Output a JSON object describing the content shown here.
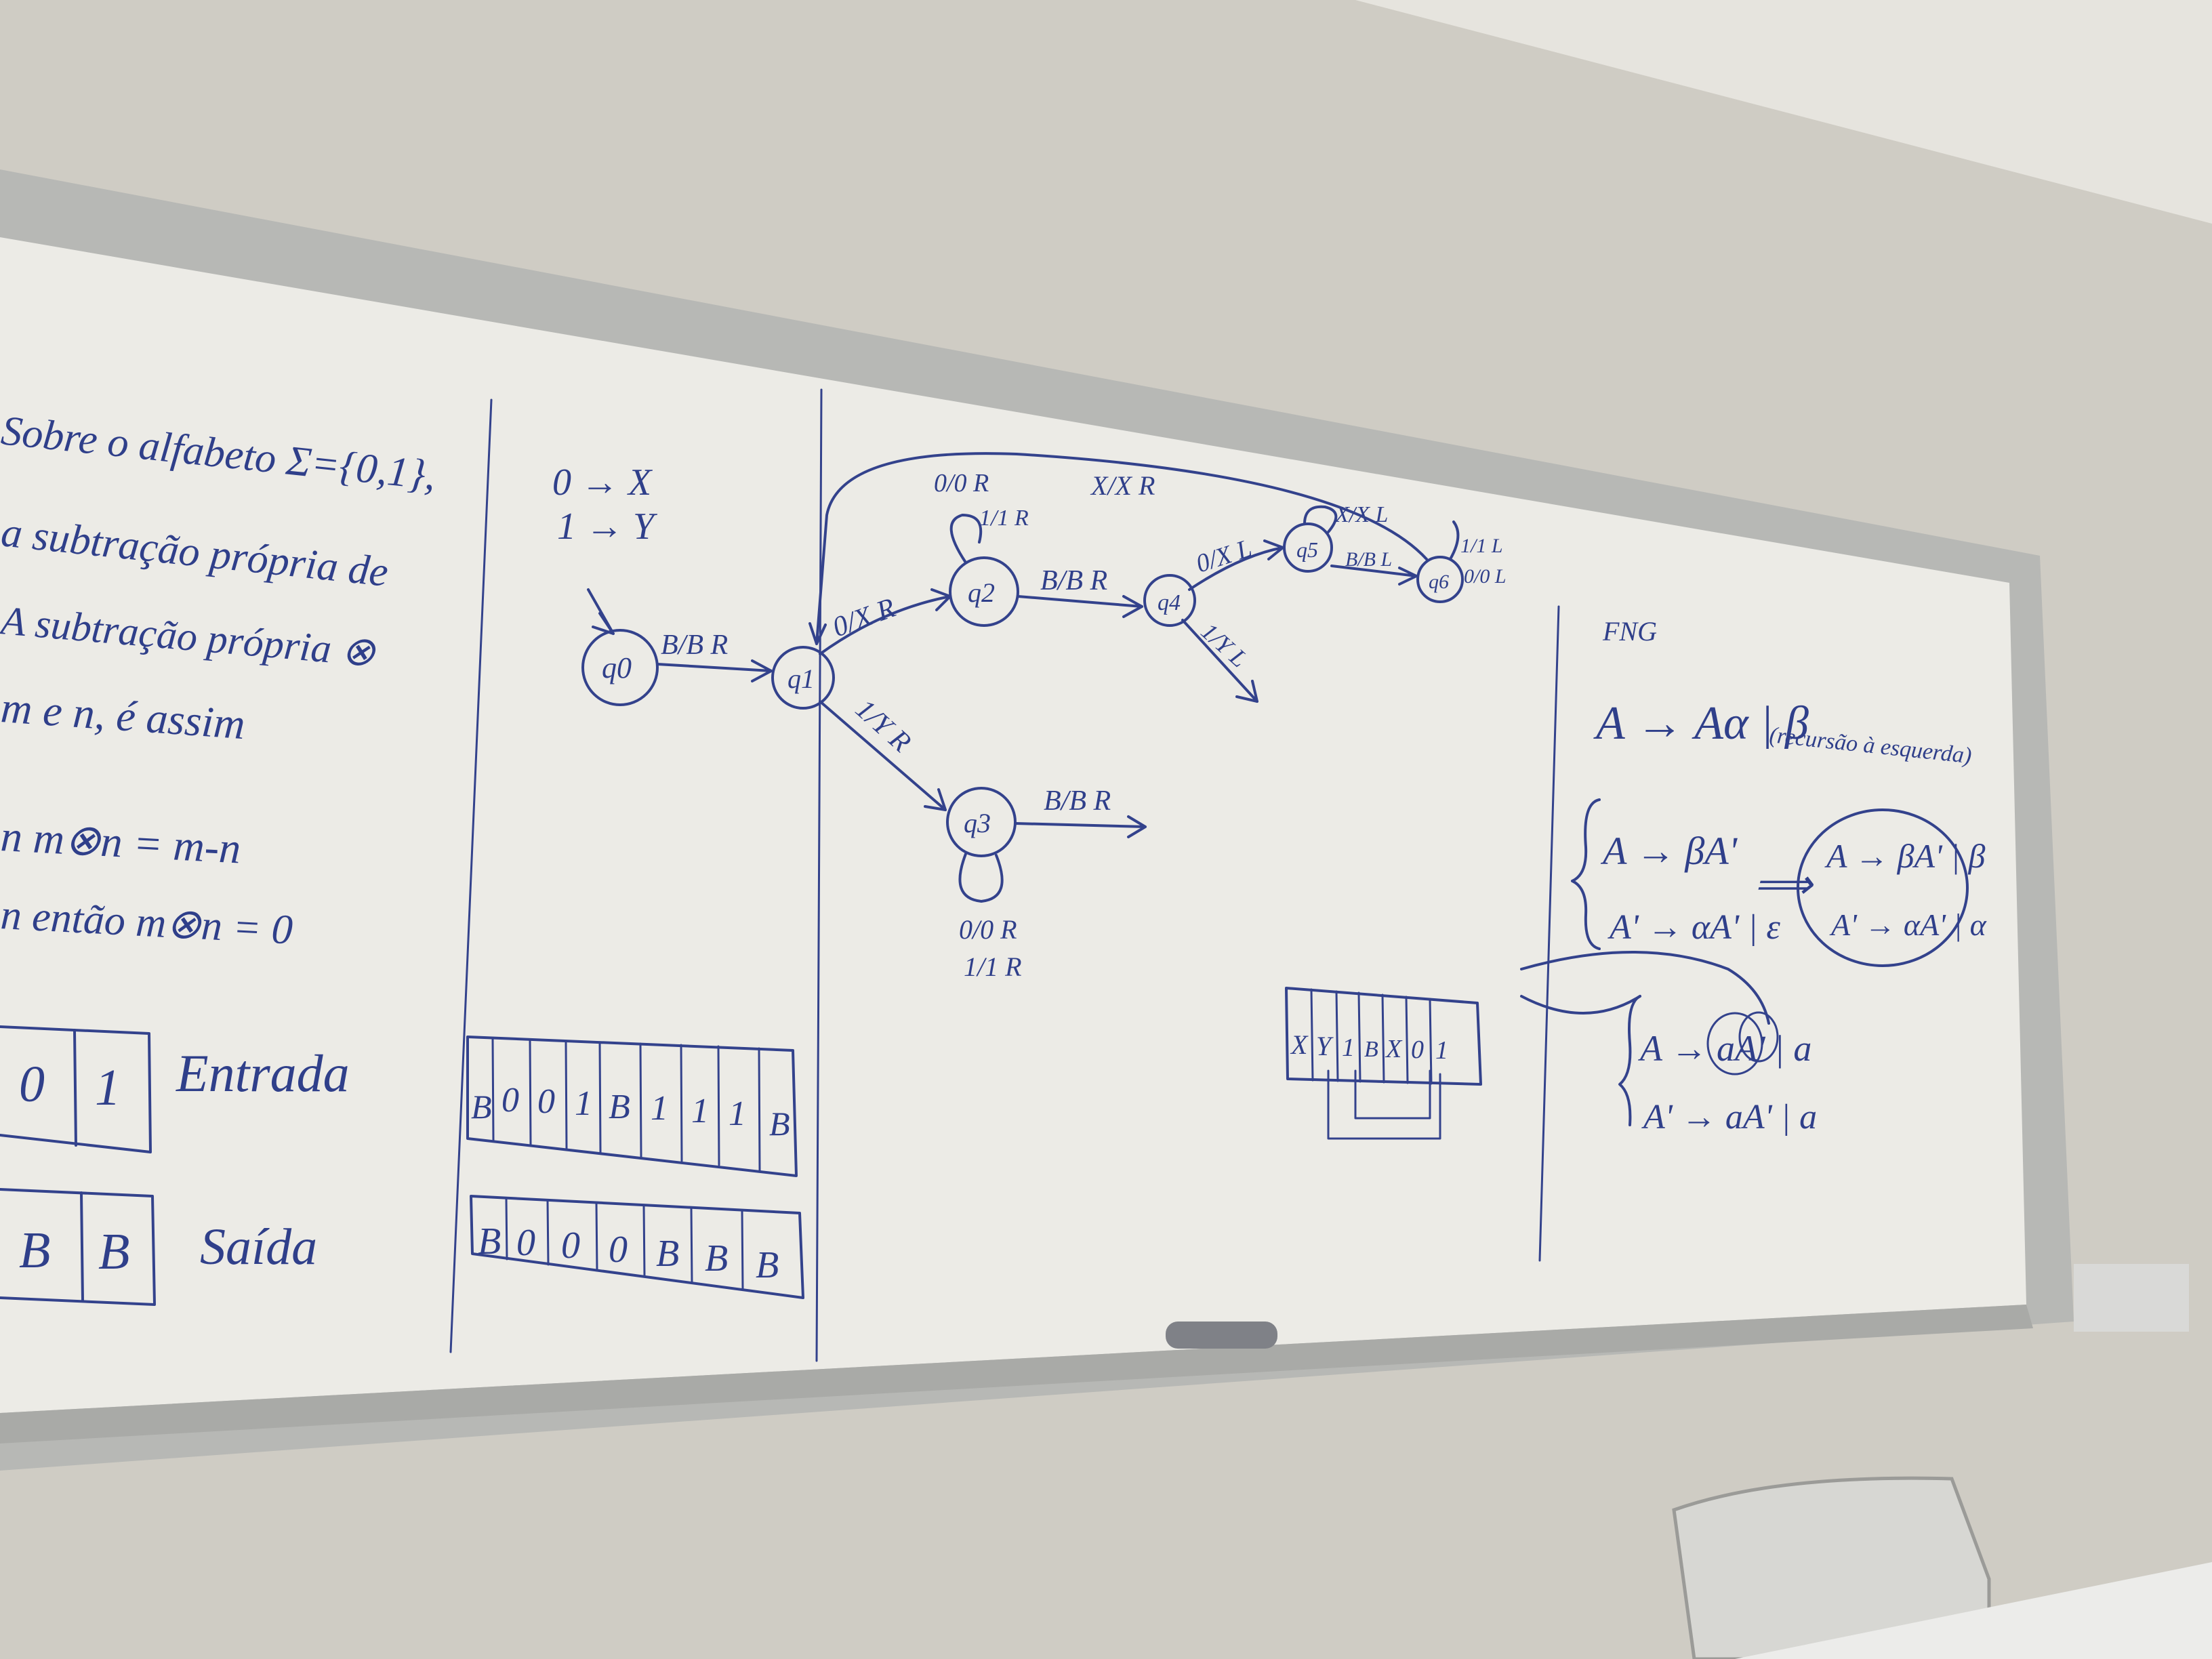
{
  "colors": {
    "wall": "#cfccc4",
    "board": "#ecebe6",
    "frame": "#b7b8b5",
    "ink": "#2f3f8a"
  },
  "left_panel": {
    "lines": [
      "Sobre o alfabeto Σ={0,1},",
      "a subtração própria de",
      "A subtração própria ⊗",
      "m e n, é assim",
      "n m⊗n = m-n",
      "n então m⊗n = 0"
    ],
    "input_tape": [
      "0",
      "1"
    ],
    "input_label": "Entrada",
    "output_tape": [
      "B",
      "B"
    ],
    "output_label": "Saída"
  },
  "mapping": [
    "0 → X",
    "1 → Y"
  ],
  "tapes": {
    "input": [
      "B",
      "0",
      "0",
      "1",
      "B",
      "1",
      "1",
      "1",
      "B"
    ],
    "output": [
      "B",
      "0",
      "0",
      "0",
      "B",
      "B",
      "B"
    ]
  },
  "machine": {
    "states": [
      "q0",
      "q1",
      "q2",
      "q3",
      "q4",
      "q5",
      "q6"
    ],
    "transitions": [
      "B/B R",
      "0/X R",
      "1/Y R",
      "0/0 R",
      "1/1 R",
      "B/B R",
      "B/B R",
      "0/X L",
      "1/Y L",
      "X/X L",
      "B/B L",
      "1/1 L",
      "0/0 L",
      "X/X R",
      "0/0 R",
      "1/1 R"
    ]
  },
  "small_tape": [
    "X",
    "Y",
    "1",
    "B",
    "X",
    "0",
    "1"
  ],
  "right_panel": {
    "heading": "FNG",
    "rule": "A → Aα | β",
    "note": "(recursão à esquerda)",
    "system_left": [
      "A → βA'",
      "A' → αA' | ε"
    ],
    "arrow": "⟹",
    "system_right": [
      "A → βA' | β",
      "A' → αA' | α"
    ],
    "example": [
      "A → aA' | a",
      "A' → aA' | a"
    ]
  }
}
